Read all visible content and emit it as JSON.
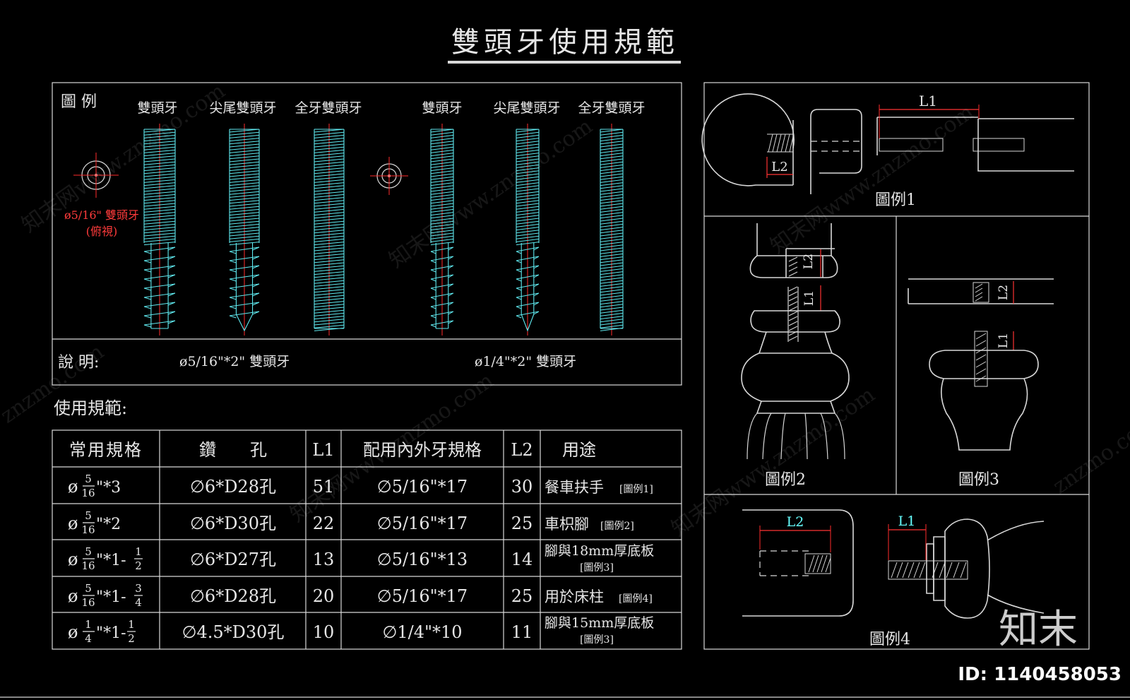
{
  "title": "雙頭牙使用規範",
  "legend": {
    "label": "圖  例",
    "screw_names": [
      "雙頭牙",
      "尖尾雙頭牙",
      "全牙雙頭牙",
      "雙頭牙",
      "尖尾雙頭牙",
      "全牙雙頭牙"
    ],
    "top_view_label_line1": "ø5/16\" 雙頭牙",
    "top_view_label_line2": "(俯視)",
    "description_label": "說  明:",
    "description_left": "ø5/16\"*2\" 雙頭牙",
    "description_right": "ø1/4\"*2\" 雙頭牙"
  },
  "usage_heading": "使用規範:",
  "table": {
    "headers": [
      "常用規格",
      "鑽　　孔",
      "L1",
      "配用內外牙規格",
      "L2",
      "用途"
    ],
    "rows": [
      {
        "spec_main": "ø",
        "spec_num": "5",
        "spec_den": "16",
        "spec_tail": "\"*3",
        "spec_frac_num": "",
        "spec_frac_den": "",
        "drill": "∅6*D28孔",
        "l1": "51",
        "thread": "∅5/16\"*17",
        "l2": "30",
        "use_line1": "餐車扶手",
        "use_ref1": "[圖例1]",
        "use_line2": ""
      },
      {
        "spec_main": "ø",
        "spec_num": "5",
        "spec_den": "16",
        "spec_tail": "\"*2",
        "spec_frac_num": "",
        "spec_frac_den": "",
        "drill": "∅6*D30孔",
        "l1": "22",
        "thread": "∅5/16\"*17",
        "l2": "25",
        "use_line1": "車枳腳",
        "use_ref1": "[圖例2]",
        "use_line2": ""
      },
      {
        "spec_main": "ø",
        "spec_num": "5",
        "spec_den": "16",
        "spec_tail": "\"*1-",
        "spec_frac_num": "1",
        "spec_frac_den": "2",
        "drill": "∅6*D27孔",
        "l1": "13",
        "thread": "∅5/16\"*13",
        "l2": "14",
        "use_line1": "腳與18mm厚底板",
        "use_ref1": "",
        "use_line2": "[圖例3]"
      },
      {
        "spec_main": "ø",
        "spec_num": "5",
        "spec_den": "16",
        "spec_tail": "\"*1-",
        "spec_frac_num": "3",
        "spec_frac_den": "4",
        "drill": "∅6*D28孔",
        "l1": "20",
        "thread": "∅5/16\"*17",
        "l2": "25",
        "use_line1": "用於床柱",
        "use_ref1": "[圖例4]",
        "use_line2": ""
      },
      {
        "spec_main": "ø",
        "spec_num": "1",
        "spec_den": "4",
        "spec_tail": "\"*1-",
        "spec_frac_num": "1",
        "spec_frac_den": "2",
        "drill": "∅4.5*D30孔",
        "l1": "10",
        "thread": "∅1/4\"*10",
        "l2": "11",
        "use_line1": "腳與15mm厚底板",
        "use_ref1": "",
        "use_line2": "[圖例3]"
      }
    ]
  },
  "figures": {
    "fig1_label": "圖例1",
    "fig2_label": "圖例2",
    "fig3_label": "圖例3",
    "fig4_label": "圖例4",
    "dim_l1": "L1",
    "dim_l2": "L2"
  },
  "watermark": {
    "brand": "知末",
    "site": "znzmo.com",
    "site_cn": "知末网www.znzmo.com",
    "id_text": "ID: 1140458053"
  },
  "colors": {
    "background": "#000000",
    "line": "#d8d8d8",
    "thread": "#5fe9ef",
    "dimension": "#ff3333"
  }
}
